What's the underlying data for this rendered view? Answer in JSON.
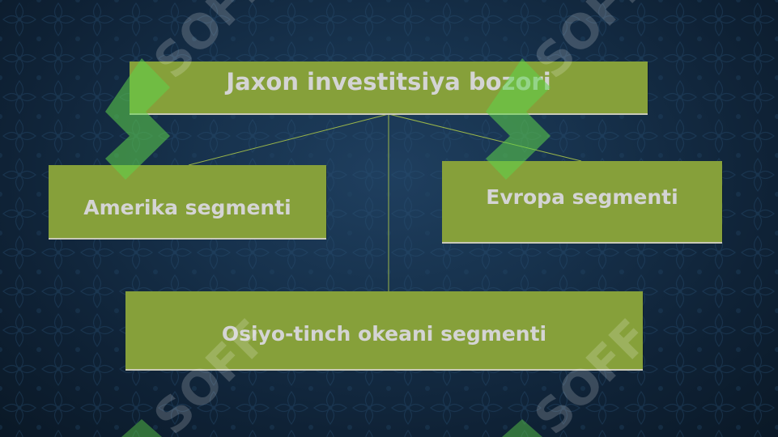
{
  "diagram": {
    "root": {
      "label": "Jaxon investitsiya bozori"
    },
    "children": [
      {
        "label": "Amerika segmenti"
      },
      {
        "label": "Evropa segmenti"
      },
      {
        "label": "Osiyo-tinch okeani segmenti"
      }
    ]
  },
  "watermark": {
    "text": "SOFF"
  },
  "colors": {
    "background": "#17324d",
    "box_fill": "#86a03a",
    "box_text": "#d4d4d4",
    "connector": "#9ab64a",
    "watermark_green": "#5fd44a"
  }
}
